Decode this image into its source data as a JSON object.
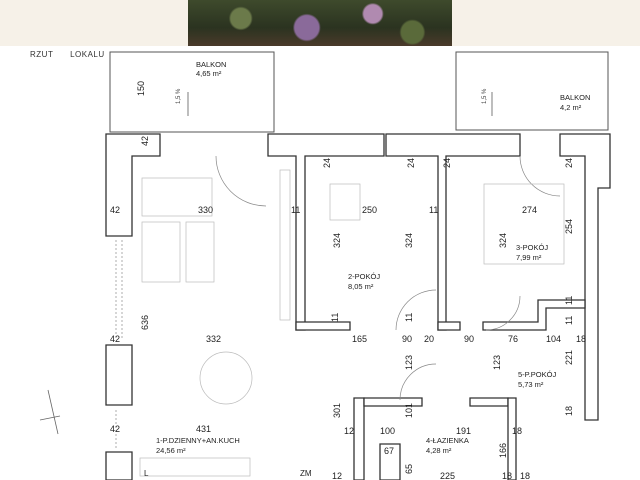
{
  "header": {
    "title_part1": "RZUT",
    "title_part2": "LOKALU"
  },
  "rooms": [
    {
      "name": "BALKON",
      "area": "4,65 m²"
    },
    {
      "name": "BALKON",
      "area": "4,2 m²"
    },
    {
      "name": "2-POKÓJ",
      "area": "8,05 m²"
    },
    {
      "name": "3-POKÓJ",
      "area": "7,99 m²"
    },
    {
      "name": "5-P.POKÓJ",
      "area": "5,73 m²"
    },
    {
      "name": "1-P.DZIENNY+AN.KUCH",
      "area": "24,56 m²"
    },
    {
      "name": "4-ŁAZIENKA",
      "area": "4,28 m²"
    }
  ],
  "slope_labels": [
    "1,5 %",
    "1,5 %"
  ],
  "dimensions": [
    "150",
    "42",
    "42",
    "330",
    "11",
    "250",
    "11",
    "274",
    "24",
    "24",
    "24",
    "324",
    "324",
    "324",
    "254",
    "636",
    "11",
    "11",
    "11",
    "11",
    "332",
    "165",
    "90",
    "20",
    "90",
    "76",
    "104",
    "18",
    "42",
    "42",
    "123",
    "123",
    "221",
    "431",
    "301",
    "12",
    "100",
    "101",
    "191",
    "18",
    "18",
    "166",
    "67",
    "65",
    "225",
    "12",
    "18",
    "L",
    "ZM",
    "24",
    "18"
  ]
}
